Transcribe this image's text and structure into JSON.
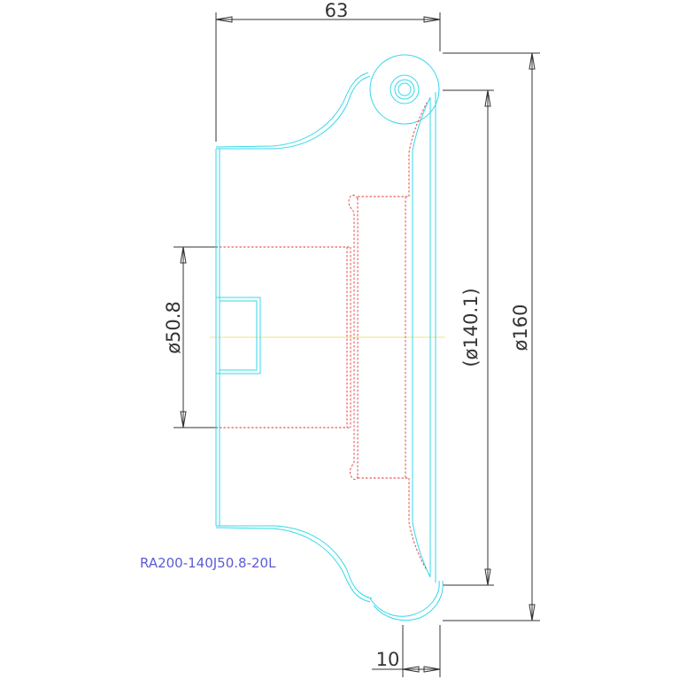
{
  "dimensions": {
    "width_top": "63",
    "bore_diameter": "ø50.8",
    "pitch_diameter": "(ø140.1)",
    "outer_diameter": "ø160",
    "thickness_bottom": "10"
  },
  "part_label": "RA200-140J50.8-20L",
  "colors": {
    "dimension": "#333333",
    "outline": "#35d8ea",
    "hidden": "#e03a3a",
    "centerline": "#e8e48a",
    "label": "#5b5bd6"
  }
}
